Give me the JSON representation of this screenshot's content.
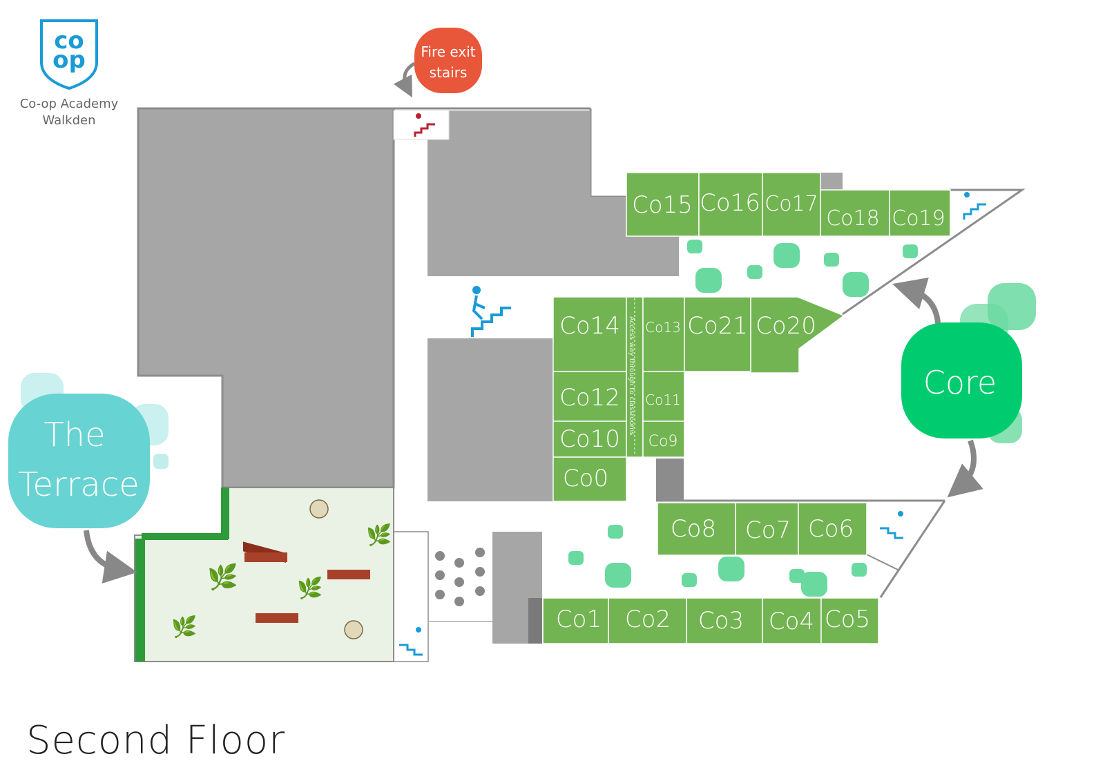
{
  "school": {
    "logo_text_top": "co",
    "logo_text_bottom": "op",
    "name_line1": "Co-op Academy",
    "name_line2": "Walkden"
  },
  "fire_exit": {
    "line1": "Fire exit",
    "line2": "stairs"
  },
  "zones": {
    "core": "Core",
    "terrace_line1": "The",
    "terrace_line2": "Terrace"
  },
  "access_way": "Access way through to classrooms",
  "rooms": {
    "co0": "Co0",
    "co1": "Co1",
    "co2": "Co2",
    "co3": "Co3",
    "co4": "Co4",
    "co5": "Co5",
    "co6": "Co6",
    "co7": "Co7",
    "co8": "Co8",
    "co9": "Co9",
    "co10": "Co10",
    "co11": "Co11",
    "co12": "Co12",
    "co13": "Co13",
    "co14": "Co14",
    "co15": "Co15",
    "co16": "Co16",
    "co17": "Co17",
    "co18": "Co18",
    "co19": "Co19",
    "co20": "Co20",
    "co21": "Co21"
  },
  "floor_title": "Second Floor",
  "colors": {
    "room_green": "#72b451",
    "building_grey": "#a6a6a6",
    "core_green": "#00cc6f",
    "terrace_teal": "#67d3d2",
    "fire_red": "#e9573a",
    "stair_blue": "#1a9bd7",
    "garden_bg": "#e9f2e4"
  }
}
